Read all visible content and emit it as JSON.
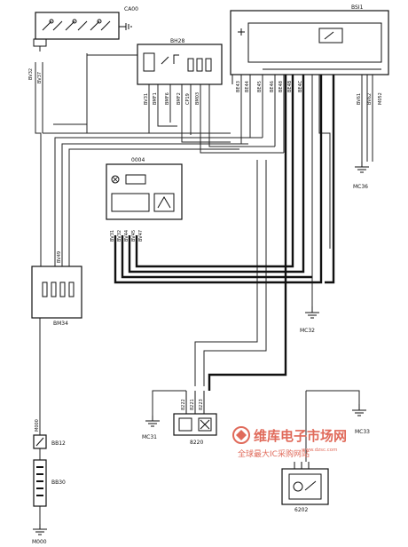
{
  "components": {
    "ca00": "CA00",
    "bsi1": "BSI1",
    "bh28": "BH28",
    "c0004": "0004",
    "bm34": "BM34",
    "bb12": "BB12",
    "bb30": "BB30",
    "c8220": "8220",
    "c6202": "6202"
  },
  "grounds": {
    "mc36": "MC36",
    "mc32": "MC32",
    "mc31": "MC31",
    "mc33": "MC33",
    "m000": "M000"
  },
  "wire_labels": {
    "w1": "BV32",
    "w2": "BV37",
    "w3": "BV31",
    "w4": "BMF1",
    "w5": "BMF6",
    "w6": "BMF2",
    "w7": "CP19",
    "w8": "BM03",
    "w9": "BE43",
    "w10": "BE44",
    "w11": "BE45",
    "w12": "BE46",
    "w13": "BE48",
    "w14": "BE4B",
    "w15": "BE4C",
    "w16": "BV31",
    "w17": "BV32",
    "w18": "BV44",
    "w19": "BV45",
    "w20": "BV47",
    "w21": "BV49",
    "w22": "8222",
    "w23": "8221",
    "w24": "8223",
    "w25": "M000",
    "w26": "BV61",
    "w27": "BV62",
    "w28": "M052"
  },
  "watermark": {
    "brand": "维库电子市场网",
    "url": "www.dzsc.com",
    "slogan": "全球最大IC采购网站"
  }
}
